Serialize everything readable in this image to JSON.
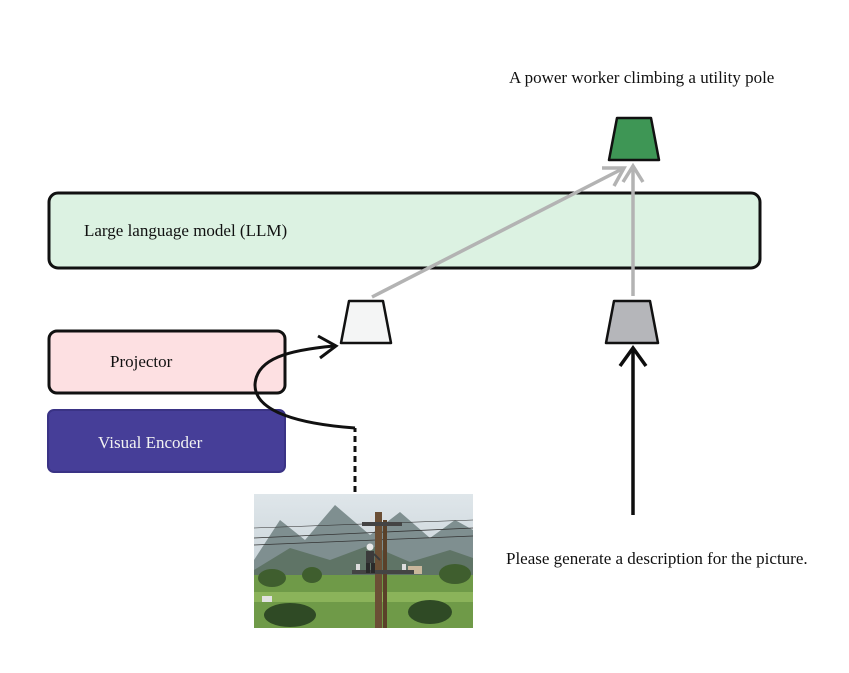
{
  "output_text": "A power worker climbing a utility pole",
  "llm_label": "Large language model (LLM)",
  "projector_label": "Projector",
  "encoder_label": "Visual Encoder",
  "prompt_text": "Please generate a description for the picture.",
  "colors": {
    "llm_fill": "#dcf2e2",
    "projector_fill": "#fde0e2",
    "encoder_fill": "#463e98",
    "output_token": "#3e9655",
    "text_token": "#b5b6ba",
    "image_token": "#f4f5f5",
    "arrow_gray": "#b3b3b3",
    "arrow_black": "#0d0d0d"
  },
  "photo": {
    "subject": "utility-pole-worker",
    "sky": "#c9d4da",
    "mountains": "#7f8f90",
    "field": "#6f9a48",
    "trees": "#3f5e2e",
    "pole": "#6b4f35"
  }
}
